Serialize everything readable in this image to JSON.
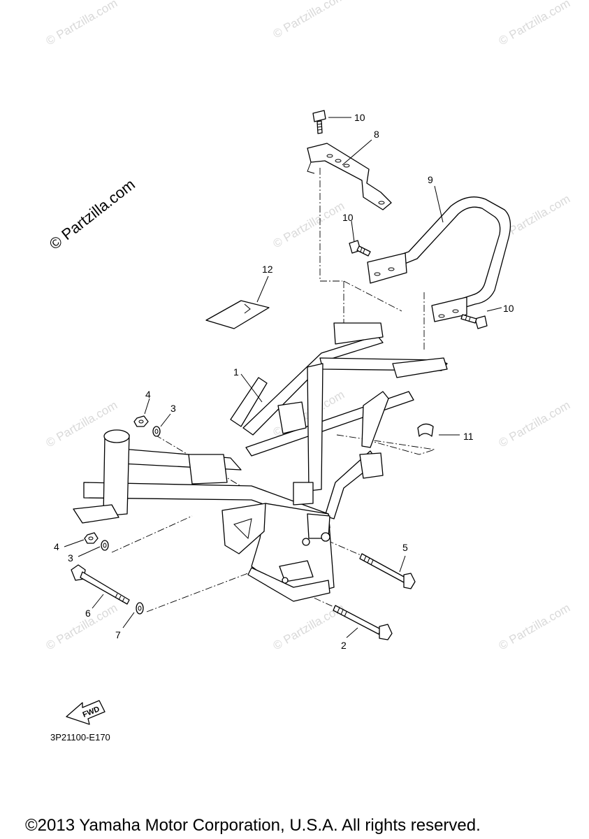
{
  "diagram": {
    "watermark_text": "© Partzilla.com",
    "brand_watermark": "© Partzilla.com",
    "reference_code": "3P21100-E170",
    "fwd_label": "FWD",
    "copyright": "©2013 Yamaha Motor Corporation, U.S.A. All rights reserved.",
    "callouts": {
      "c1": "1",
      "c2": "2",
      "c3a": "3",
      "c3b": "3",
      "c4a": "4",
      "c4b": "4",
      "c5": "5",
      "c6": "6",
      "c7": "7",
      "c8": "8",
      "c9": "9",
      "c10a": "10",
      "c10b": "10",
      "c10c": "10",
      "c11": "11",
      "c12": "12"
    }
  }
}
